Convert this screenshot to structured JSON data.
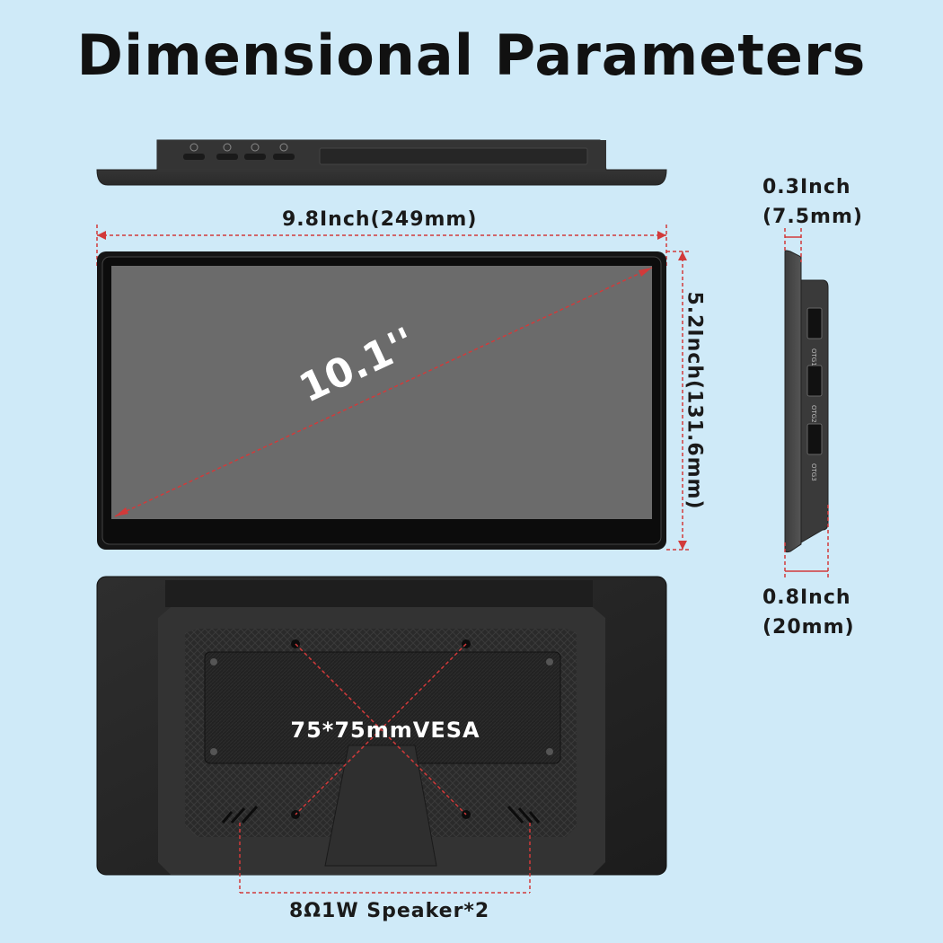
{
  "title": "Dimensional Parameters",
  "width_label": "9.8Inch(249mm)",
  "height_label": "5.2Inch(131.6mm)",
  "diagonal_label": "10.1''",
  "depth_thin": {
    "inch": "0.3Inch",
    "mm": "(7.5mm)"
  },
  "depth_thick": {
    "inch": "0.8Inch",
    "mm": "(20mm)"
  },
  "vesa_label": "75*75mmVESA",
  "speaker_label": "8Ω1W Speaker*2",
  "ports": [
    "OTG1",
    "OTG2",
    "OTG3"
  ],
  "colors": {
    "background": "#cfeaf8",
    "dimension_line": "#d23a3a",
    "device_dark": "#2b2b2b",
    "screen": "#6b6b6b"
  }
}
